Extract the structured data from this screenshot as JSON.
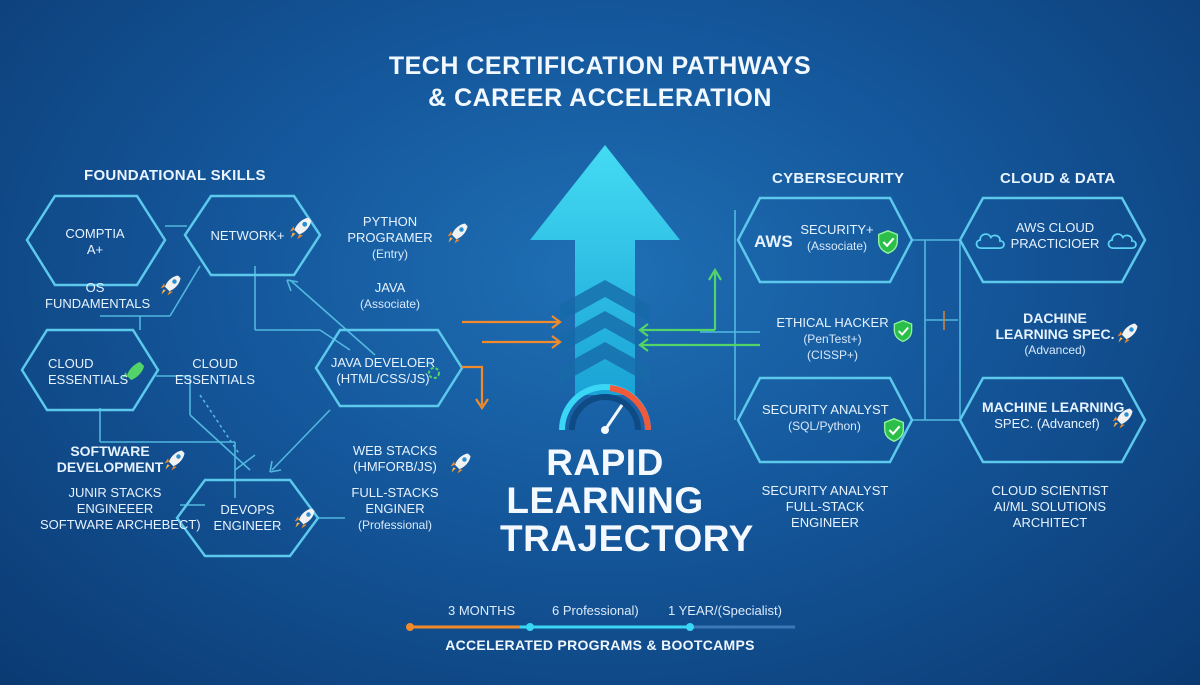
{
  "title": {
    "line1": "TECH CERTIFICATION PATHWAYS",
    "line2": "& CAREER ACCELERATION"
  },
  "sections": {
    "foundational": "FOUNDATIONAL SKILLS",
    "cybersecurity": "CYBERSECURITY",
    "cloud_data": "CLOUD & DATA"
  },
  "nodes": {
    "comptia": {
      "line1": "COMPTIA",
      "line2": "A+"
    },
    "network": "NETWORK+",
    "os": {
      "line1": "OS",
      "line2": "FUNDAMENTALS"
    },
    "cloud_essentials_hex": {
      "line1": "CLOUD",
      "line2": "ESSENTIALS"
    },
    "cloud_essentials_text": {
      "line1": "CLOUD",
      "line2": "ESSENTIALS"
    },
    "python": {
      "line1": "PYTHON",
      "line2": "PROGRAMER",
      "sub": "(Entry)"
    },
    "java": {
      "line1": "JAVA",
      "sub": "(Associate)"
    },
    "java_dev": {
      "line1": "JAVA DEVELOER",
      "line2": "(HTML/CSS/JS)"
    },
    "software_dev": {
      "line1": "SOFTWARE",
      "line2": "DEVELOPMENT"
    },
    "junir": {
      "line1": "JUNIR STACKS",
      "line2": "ENGINEEER",
      "line3": "SOFTWARE ARCHEBECT)"
    },
    "devops": {
      "line1": "DEVOPS",
      "line2": "ENGINEER"
    },
    "web_stacks": {
      "line1": "WEB STACKS",
      "line2": "(HMFORB/JS)"
    },
    "full_stacks": {
      "line1": "FULL-STACKS",
      "line2": "ENGINER",
      "sub": "(Professional)"
    },
    "security_plus": {
      "aws": "AWS",
      "line1": "SECURITY+",
      "sub": "(Associate)"
    },
    "ethical_hacker": {
      "line1": "ETHICAL HACKER",
      "sub1": "(PenTest+)",
      "sub2": "(CISSP+)"
    },
    "security_analyst": {
      "line1": "SECURITY ANALYST",
      "sub": "(SQL/Python)"
    },
    "cyber_roles": {
      "line1": "SECURITY ANALYST",
      "line2": "FULL-STACK",
      "line3": "ENGINEER"
    },
    "aws_cloud": {
      "line1": "AWS CLOUD",
      "line2": "PRACTICIOER"
    },
    "dachine": {
      "line1": "DACHINE",
      "line2": "LEARNING SPEC.",
      "sub": "(Advanced)"
    },
    "ml_spec": {
      "line1": "MACHINE LEARNING",
      "line2": "SPEC. (Advancef)"
    },
    "cloud_roles": {
      "line1": "CLOUD SCIENTIST",
      "line2": "AI/ML SOLUTIONS",
      "line3": "ARCHITECT"
    }
  },
  "center": {
    "line1": "RAPID",
    "line2": "LEARNING",
    "line3": "TRAJECTORY"
  },
  "timeline": {
    "labels": [
      "3 MONTHS",
      "6 Professional)",
      "1 YEAR/(Specialist)"
    ],
    "footer": "ACCELERATED PROGRAMS & BOOTCAMPS"
  },
  "colors": {
    "accent_cyan": "#3ad6f5",
    "orange": "#f08a2b",
    "green": "#52d468",
    "line": "#5cc9ec"
  },
  "icons": [
    "rocket-icon",
    "shield-icon",
    "cloud-icon",
    "speedometer-icon",
    "up-arrow-icon"
  ]
}
